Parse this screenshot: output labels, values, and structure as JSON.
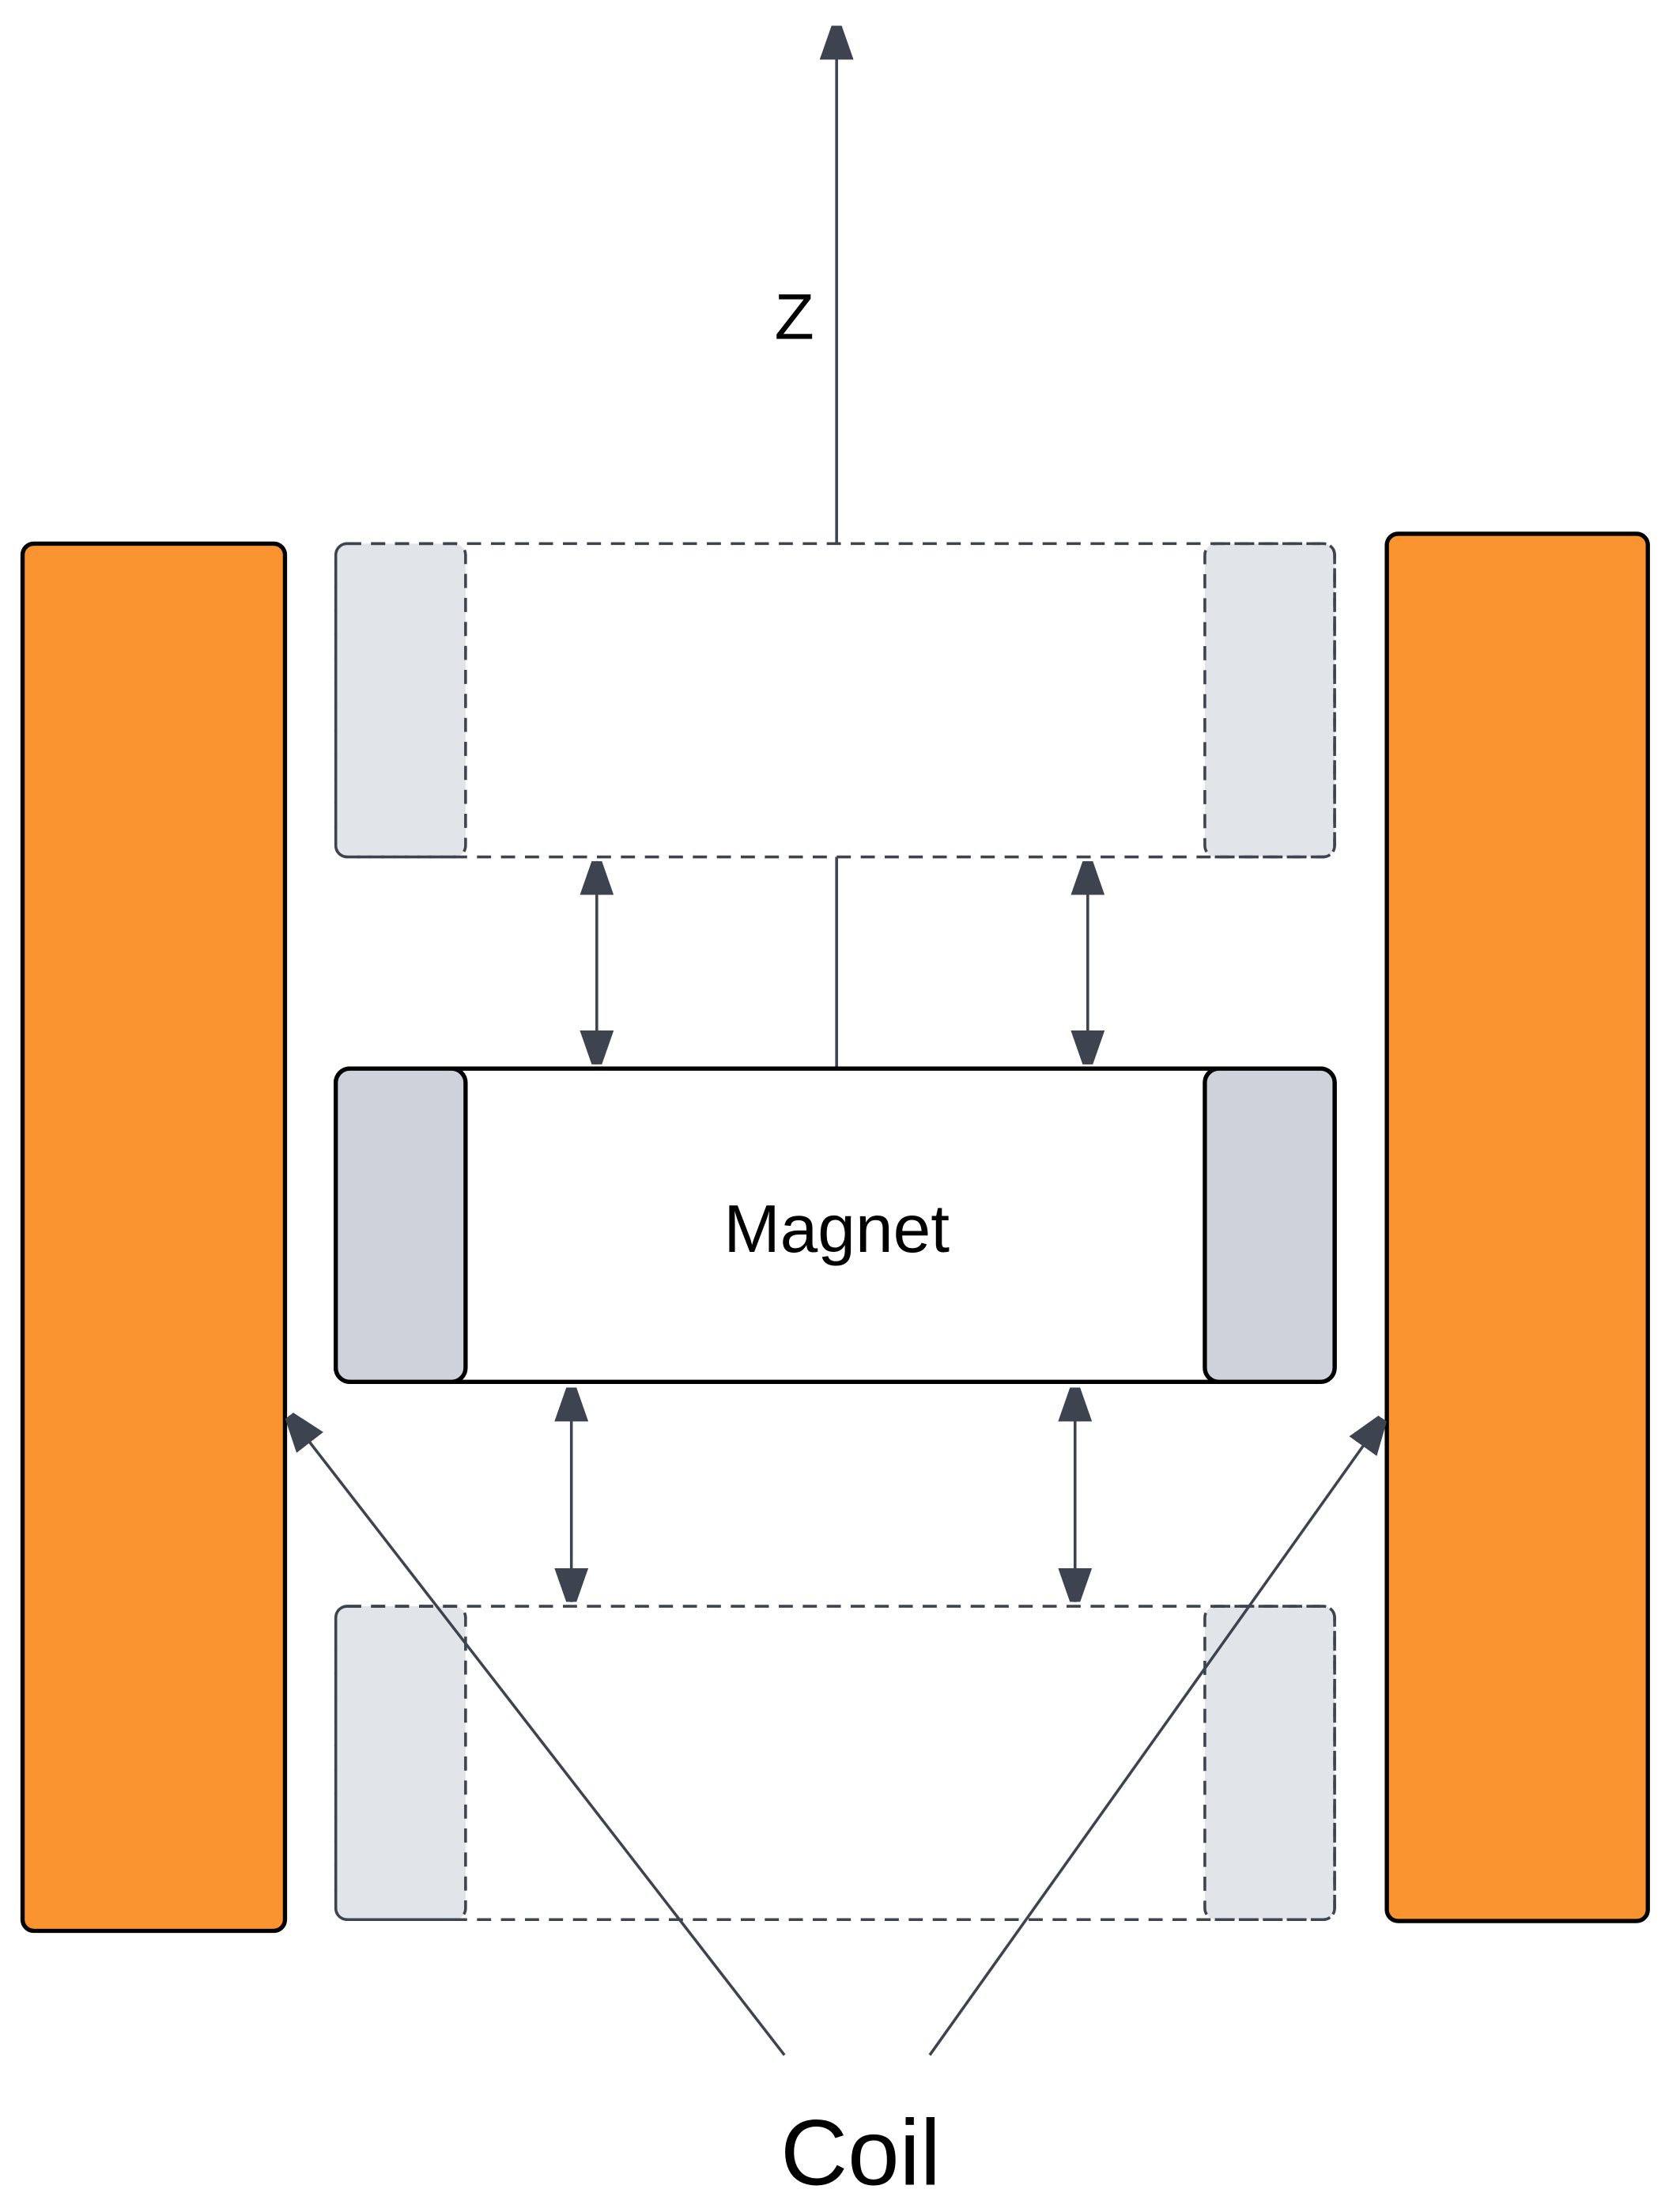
{
  "labels": {
    "axis": "Z",
    "magnet": "Magnet",
    "coil": "Coil"
  },
  "colors": {
    "coil_fill": "#FA9431",
    "magnet_end_fill": "#CED3DB",
    "ghost_end_fill": "#E1E4E8",
    "arrow": "#3D4450",
    "outline": "#000000",
    "dashed_outline": "#3D4450",
    "background": "#FFFFFF"
  }
}
